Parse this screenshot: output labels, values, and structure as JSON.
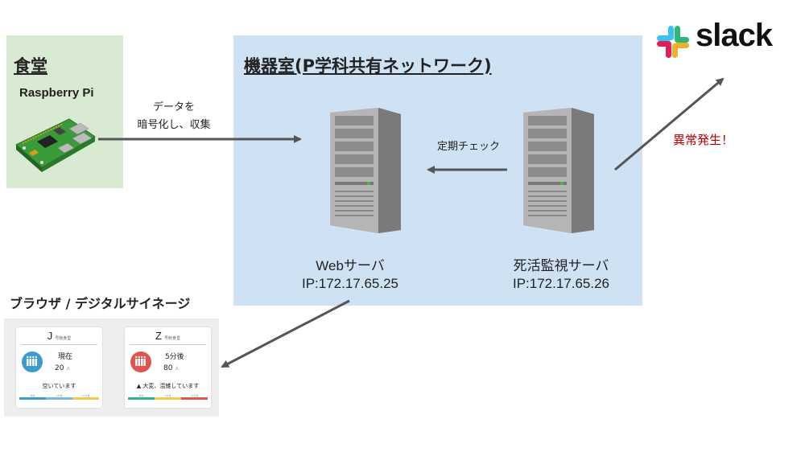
{
  "cafeteria": {
    "title": "食堂",
    "device": "Raspberry Pi"
  },
  "server_room": {
    "title": "機器室(P学科共有ネットワーク)"
  },
  "web_server": {
    "name": "Webサーバ",
    "ip": "IP:172.17.65.25"
  },
  "monitor_server": {
    "name": "死活監視サーバ",
    "ip": "IP:172.17.65.26"
  },
  "arrows": {
    "encrypt_line1": "データを",
    "encrypt_line2": "暗号化し、収集",
    "check": "定期チェック",
    "alert": "異常発生！"
  },
  "slack": {
    "wordmark": "slack"
  },
  "signage": {
    "title": "ブラウザ / デジタルサイネージ",
    "cards": [
      {
        "letter": "J",
        "sub": "号館食堂",
        "status": "現在",
        "count": "20",
        "unit": "人",
        "message": "空いています",
        "color": "#3d9ad1",
        "bar_labels": [
          "現在",
          "5分後",
          "10分後"
        ]
      },
      {
        "letter": "Z",
        "sub": "号館食堂",
        "status": "5分後",
        "count": "80",
        "unit": "人",
        "message": "▲ 大変、混雑しています",
        "color": "#e0544f",
        "bar_labels": [
          "現在",
          "5分後",
          "10分後"
        ]
      }
    ]
  },
  "colors": {
    "cafeteria_bg": "#d9ead3",
    "server_room_bg": "#cfe2f3",
    "arrow": "#555555",
    "alert": "#c00000"
  }
}
